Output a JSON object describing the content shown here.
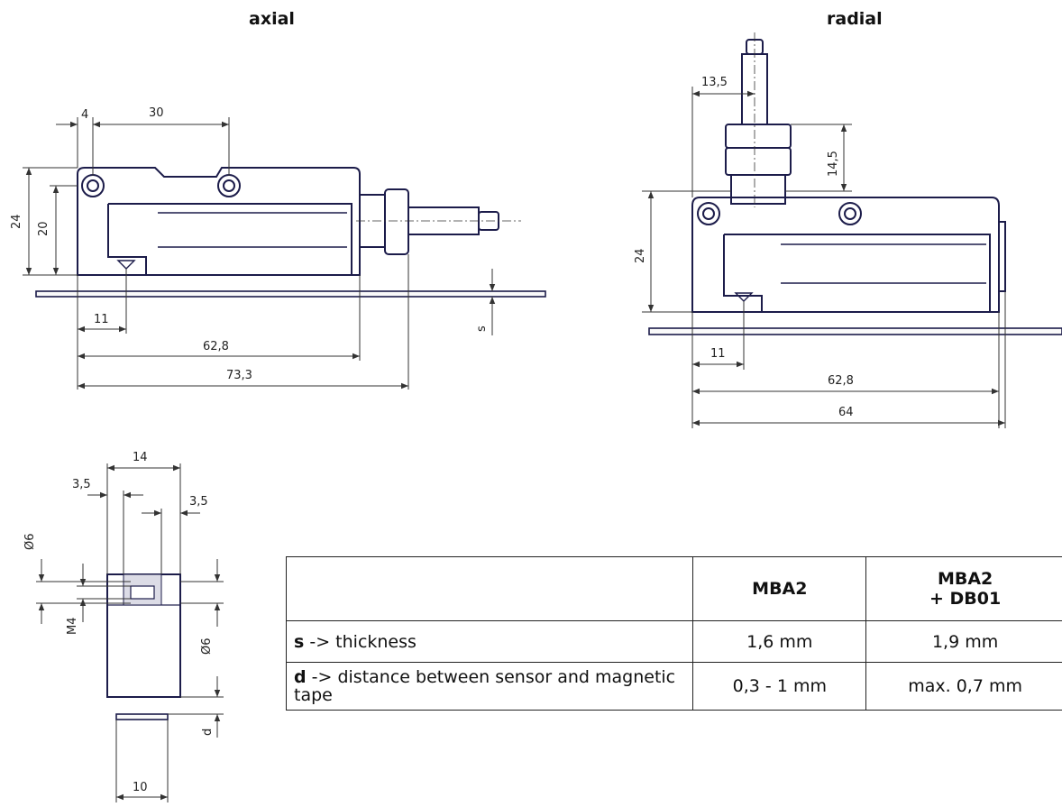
{
  "views": {
    "axial": "axial",
    "radial": "radial"
  },
  "axial_dims": {
    "d4": "4",
    "d30": "30",
    "d24": "24",
    "d20": "20",
    "d11": "11",
    "d62_8": "62,8",
    "d73_3": "73,3",
    "s": "s"
  },
  "radial_dims": {
    "d13_5": "13,5",
    "d14_5": "14,5",
    "d24": "24",
    "d11": "11",
    "d62_8": "62,8",
    "d64": "64"
  },
  "side_dims": {
    "d14": "14",
    "d3_5_left": "3,5",
    "d3_5_right": "3,5",
    "d_phi6_top": "Ø6",
    "d_m4": "M4",
    "d_phi6_right": "Ø6",
    "d_d": "d",
    "d10": "10"
  },
  "table": {
    "headers": [
      "",
      "MBA2",
      "MBA2\n+ DB01"
    ],
    "rows": [
      {
        "key": "s",
        "label": " -> thickness",
        "mba2": "1,6 mm",
        "db01": "1,9 mm"
      },
      {
        "key": "d",
        "label": " -> distance between sensor and magnetic tape",
        "mba2": "0,3 - 1 mm",
        "db01": "max. 0,7 mm"
      }
    ]
  },
  "colors": {
    "outline": "#1c1c4a",
    "dimension": "#333333"
  }
}
